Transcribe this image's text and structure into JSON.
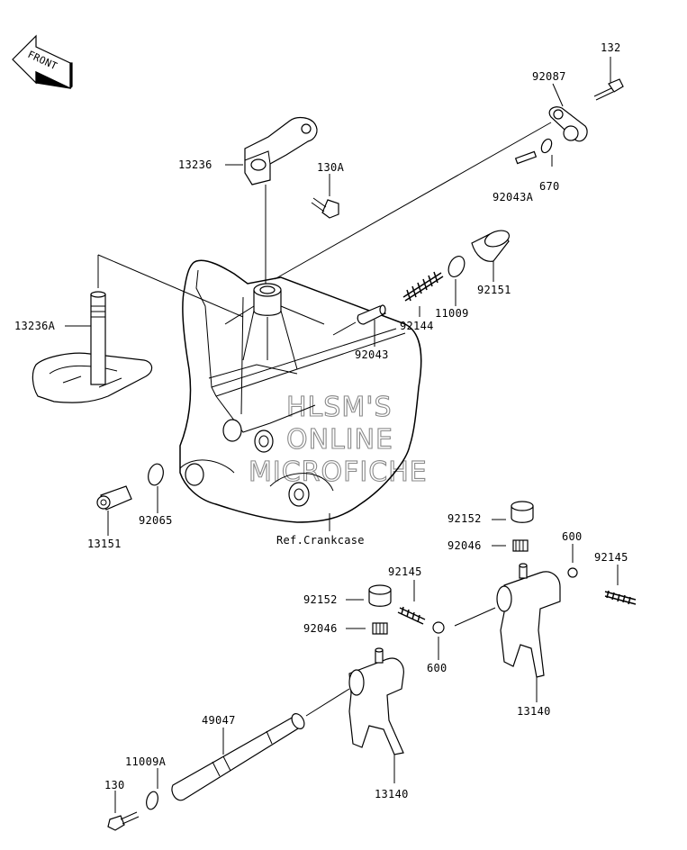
{
  "front_arrow": {
    "text": "FRONT",
    "icon": "front-arrow-icon"
  },
  "watermark": {
    "lines": [
      "HLSM'S",
      "ONLINE",
      "MICROFICHE"
    ],
    "color": "#8a8a8a"
  },
  "reference_label": "Ref.Crankcase",
  "part_labels": {
    "p132": "132",
    "p92087": "92087",
    "p13236": "13236",
    "p130A": "130A",
    "p670": "670",
    "p92043A": "92043A",
    "p92151": "92151",
    "p11009": "11009",
    "p92144": "92144",
    "p13236A": "13236A",
    "p92043": "92043",
    "p13151": "13151",
    "p92065": "92065",
    "p92152_right": "92152",
    "p92046_right": "92046",
    "p600_right": "600",
    "p92145_right": "92145",
    "p92145_left": "92145",
    "p92152_left": "92152",
    "p92046_left": "92046",
    "p600_left": "600",
    "p13140_right": "13140",
    "p49047": "49047",
    "p11009A": "11009A",
    "p130": "130",
    "p13140_left": "13140"
  }
}
